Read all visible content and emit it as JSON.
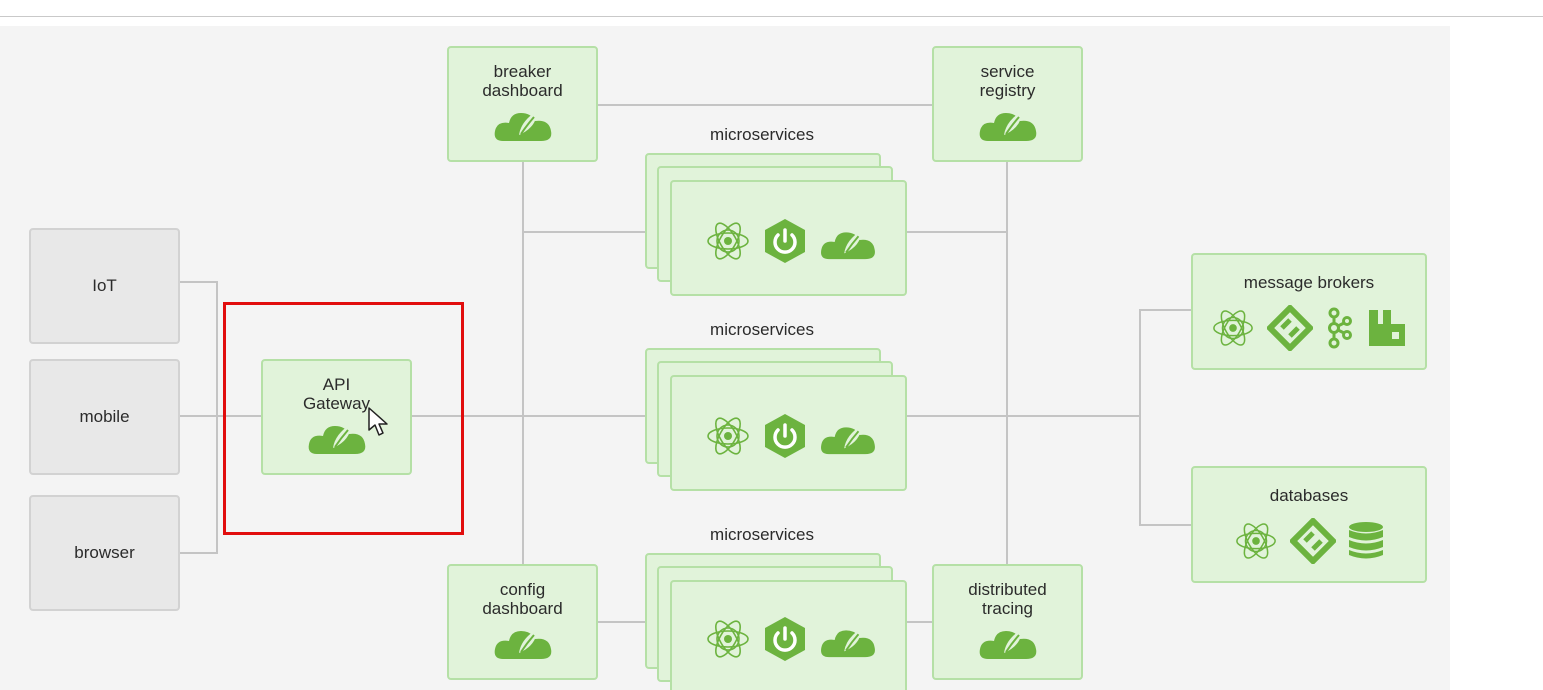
{
  "clients": {
    "iot": "IoT",
    "mobile": "mobile",
    "browser": "browser"
  },
  "gateway": {
    "line1": "API",
    "line2": "Gateway"
  },
  "breaker": {
    "line1": "breaker",
    "line2": "dashboard"
  },
  "registry": {
    "line1": "service",
    "line2": "registry"
  },
  "config": {
    "line1": "config",
    "line2": "dashboard"
  },
  "tracing": {
    "line1": "distributed",
    "line2": "tracing"
  },
  "microservices": {
    "top": "microservices",
    "middle": "microservices",
    "bottom": "microservices"
  },
  "brokers": {
    "title": "message brokers"
  },
  "databases": {
    "title": "databases"
  },
  "colors": {
    "accent_green": "#6cb33f",
    "box_fill": "#e1f3da",
    "box_border": "#b5e0a6",
    "selection_red": "#e10d0d",
    "line_gray": "#c4c4c4"
  },
  "icons": {
    "spring": "leaf-cloud-icon",
    "reactor": "atom-icon",
    "boot": "power-hexagon-icon",
    "kafka": "kafka-icon",
    "rabbit": "rabbitmq-icon",
    "database": "database-icon",
    "integration": "diamond-link-icon"
  }
}
